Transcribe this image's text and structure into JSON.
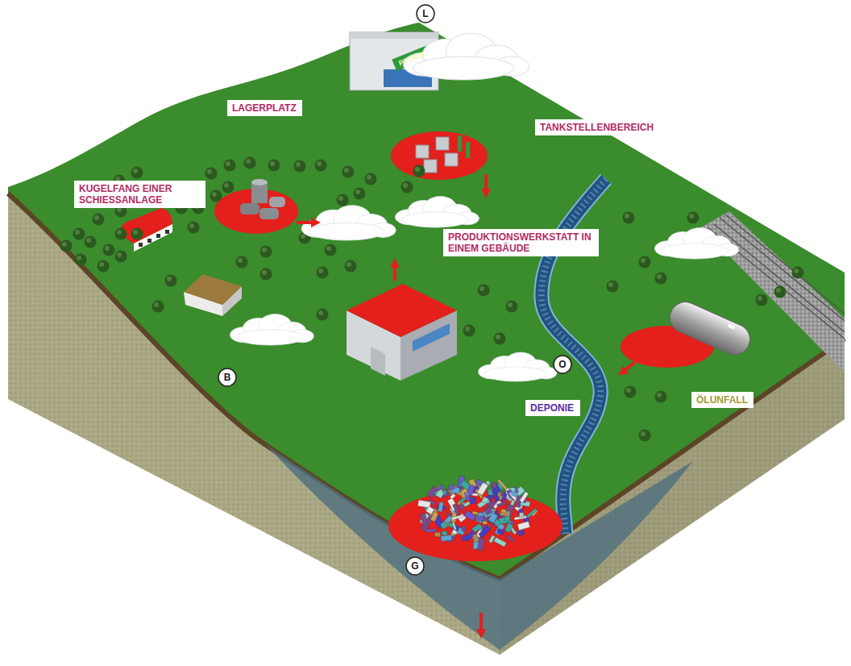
{
  "diagram": {
    "nodes": [
      {
        "text": [
          "L"
        ]
      },
      {
        "text": [
          "LAGERPLATZ"
        ]
      },
      {
        "text": [
          "TANKSTELLENBEREICH"
        ]
      },
      {
        "text": [
          "KUGELFANG EINER SCHIESSANLAGE"
        ]
      },
      {
        "text": [
          "PRODUKTIONSWERKSTATT IN EINEM GEBÄUDE"
        ]
      },
      {
        "text": [
          "B"
        ]
      },
      {
        "text": [
          "O"
        ]
      },
      {
        "text": [
          "DEPONIE"
        ]
      },
      {
        "text": [
          "ÖLUNFALL"
        ]
      },
      {
        "text": [
          "G"
        ]
      }
    ],
    "labels": [
      "PETROL"
    ]
  }
}
